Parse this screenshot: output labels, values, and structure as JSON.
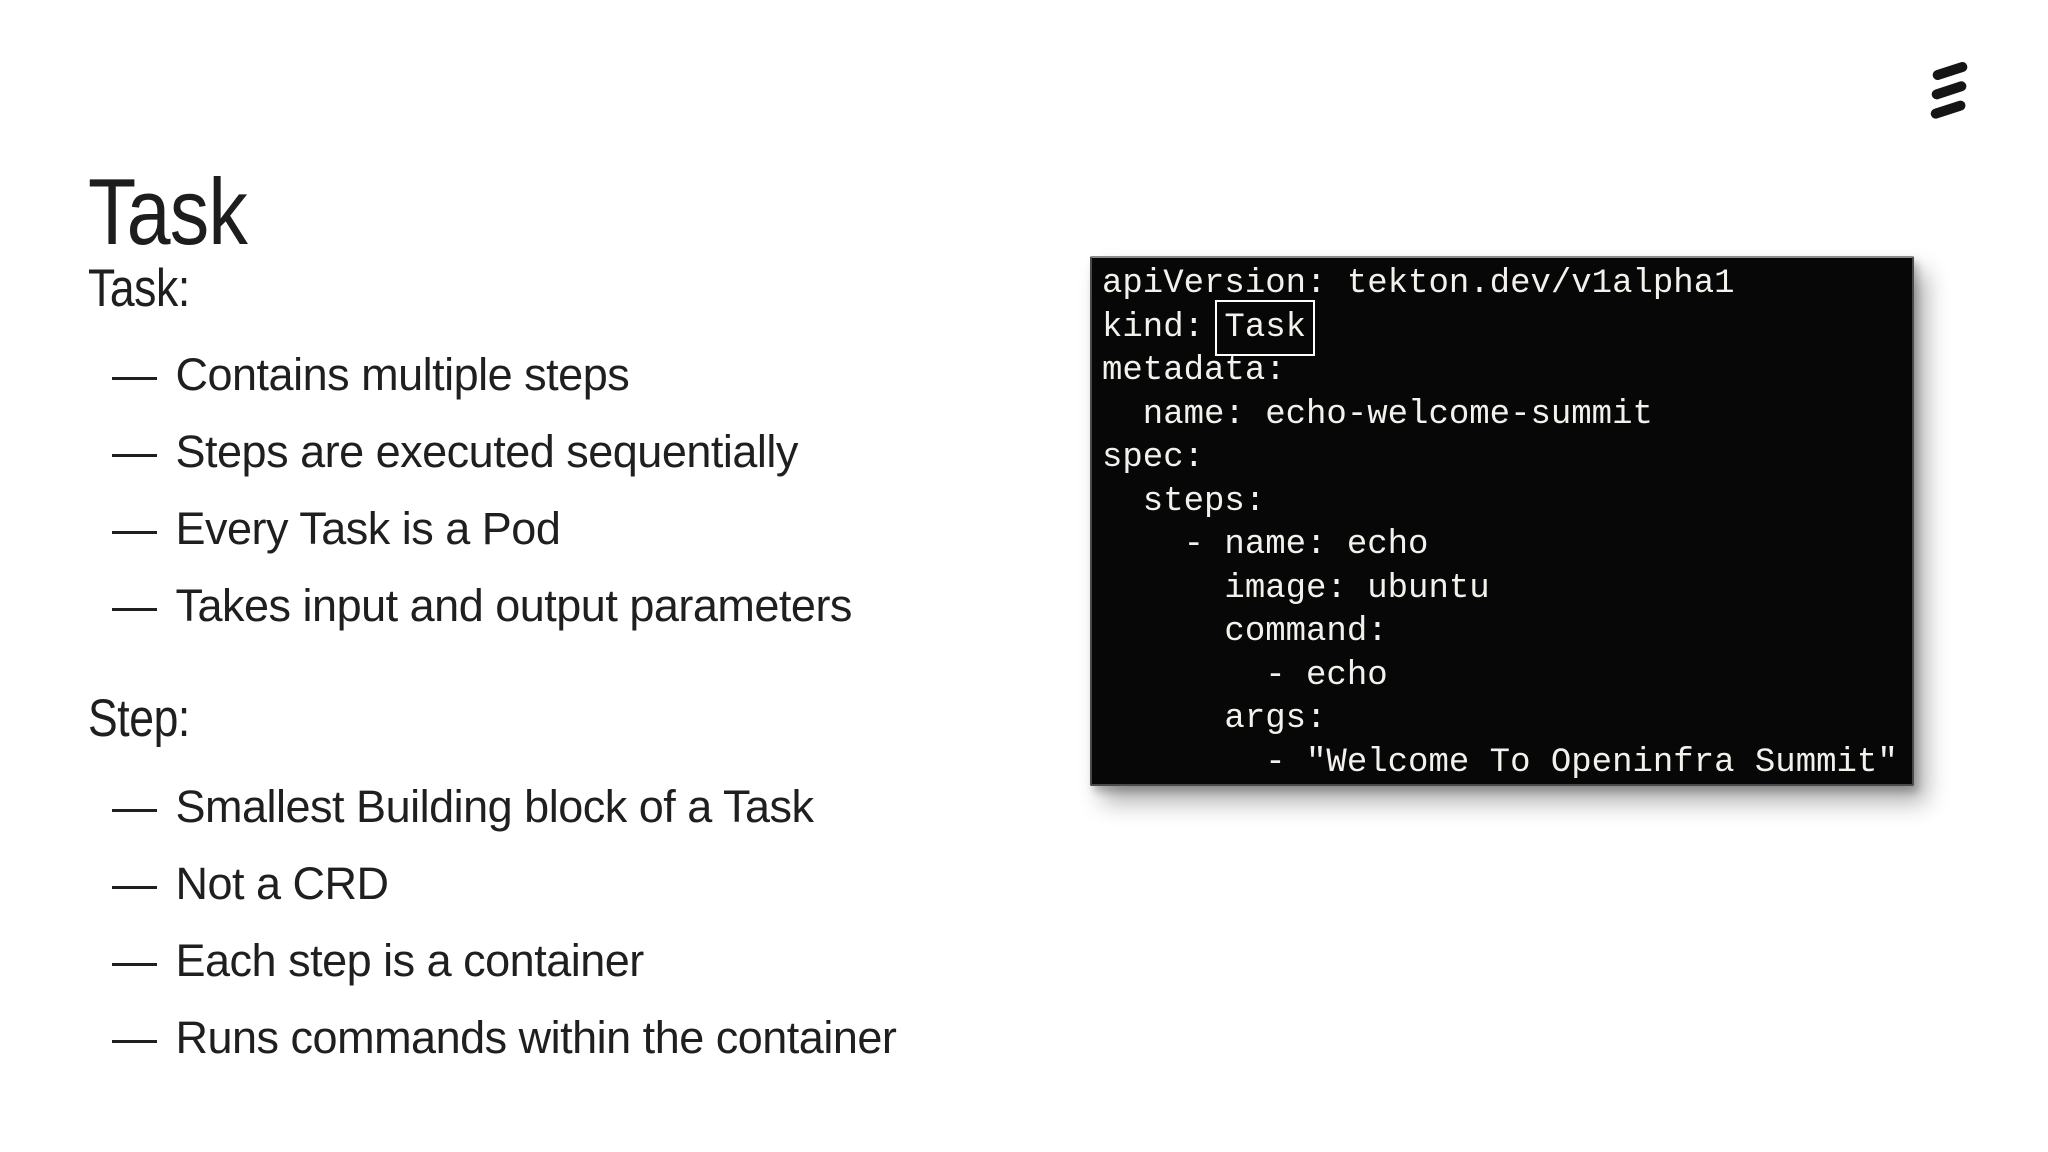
{
  "slide": {
    "title": "Task",
    "bullet_marker": "—",
    "sections": [
      {
        "label": "Task:",
        "bullets": [
          "Contains multiple steps",
          "Steps are executed sequentially",
          "Every Task is a Pod",
          "Takes input and output parameters"
        ]
      },
      {
        "label": "Step:",
        "bullets": [
          "Smallest Building block of a Task",
          "Not a CRD",
          "Each step is a container",
          "Runs commands within the container"
        ]
      }
    ]
  },
  "code_block": {
    "lines": [
      {
        "text": "apiVersion: tekton.dev/v1alpha1"
      },
      {
        "prefix": "kind: ",
        "boxed": "Task"
      },
      {
        "text": "metadata:"
      },
      {
        "text": "  name: echo-welcome-summit"
      },
      {
        "text": "spec:"
      },
      {
        "text": "  steps:"
      },
      {
        "text": "    - name: echo"
      },
      {
        "text": "      image: ubuntu"
      },
      {
        "text": "      command:"
      },
      {
        "text": "        - echo"
      },
      {
        "text": "      args:"
      },
      {
        "text": "        - \"Welcome To Openinfra Summit\""
      }
    ]
  },
  "logo": {
    "name": "ericsson-logo"
  },
  "colors": {
    "background": "#ffffff",
    "text": "#1d1d1d",
    "code_background": "#070707",
    "code_text": "#f3f1ec",
    "code_highlight_border": "#ffffff",
    "logo": "#151515"
  }
}
